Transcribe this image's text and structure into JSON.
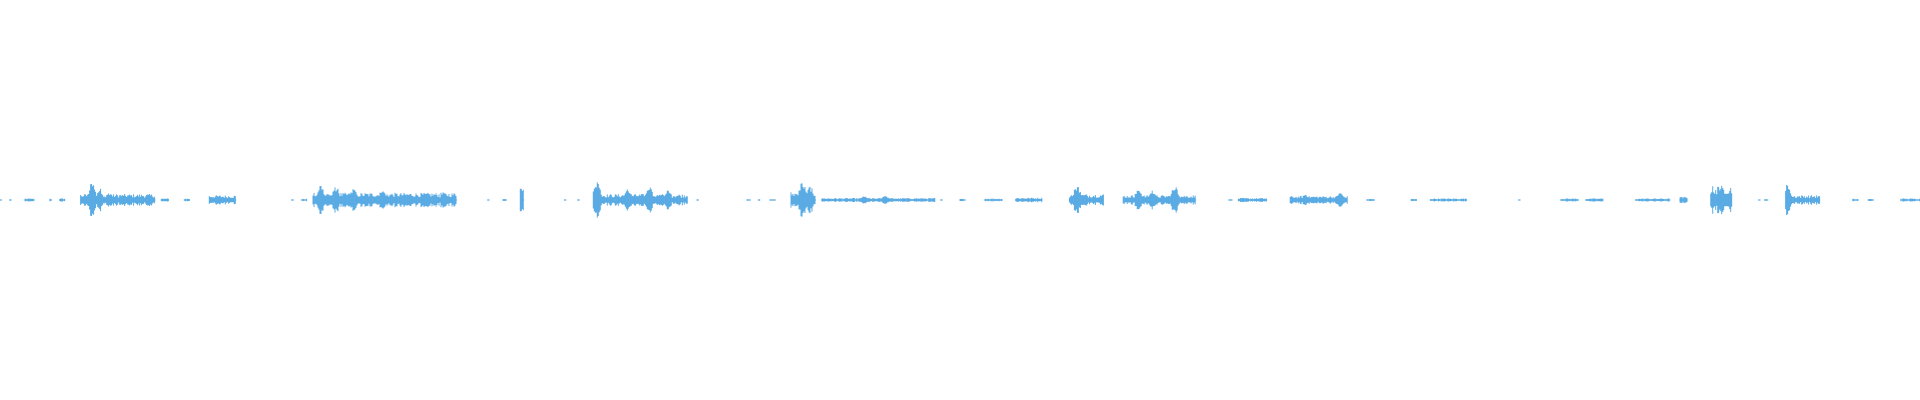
{
  "waveform": {
    "color": "#5aabe3",
    "baseline": 0.5,
    "segments": [
      {
        "start": 0.0,
        "end": 0.001,
        "amp": 0.002
      },
      {
        "start": 0.005,
        "end": 0.006,
        "amp": 0.002
      },
      {
        "start": 0.013,
        "end": 0.018,
        "amp": 0.004
      },
      {
        "start": 0.026,
        "end": 0.027,
        "amp": 0.004
      },
      {
        "start": 0.031,
        "end": 0.034,
        "amp": 0.004
      },
      {
        "start": 0.042,
        "end": 0.081,
        "amp": 0.015,
        "peaks": [
          {
            "pos": 0.048,
            "amp": 0.045
          },
          {
            "pos": 0.052,
            "amp": 0.03
          },
          {
            "pos": 0.057,
            "amp": 0.02
          },
          {
            "pos": 0.064,
            "amp": 0.012
          }
        ]
      },
      {
        "start": 0.084,
        "end": 0.088,
        "amp": 0.004
      },
      {
        "start": 0.096,
        "end": 0.099,
        "amp": 0.004
      },
      {
        "start": 0.109,
        "end": 0.123,
        "amp": 0.012
      },
      {
        "start": 0.152,
        "end": 0.153,
        "amp": 0.002
      },
      {
        "start": 0.157,
        "end": 0.16,
        "amp": 0.003
      },
      {
        "start": 0.163,
        "end": 0.238,
        "amp": 0.018,
        "peaks": [
          {
            "pos": 0.167,
            "amp": 0.04
          },
          {
            "pos": 0.175,
            "amp": 0.035
          },
          {
            "pos": 0.184,
            "amp": 0.03
          },
          {
            "pos": 0.199,
            "amp": 0.028
          },
          {
            "pos": 0.231,
            "amp": 0.02
          }
        ]
      },
      {
        "start": 0.254,
        "end": 0.255,
        "amp": 0.002
      },
      {
        "start": 0.262,
        "end": 0.264,
        "amp": 0.003
      },
      {
        "start": 0.271,
        "end": 0.273,
        "amp": 0.05
      },
      {
        "start": 0.294,
        "end": 0.295,
        "amp": 0.002
      },
      {
        "start": 0.301,
        "end": 0.302,
        "amp": 0.002
      },
      {
        "start": 0.309,
        "end": 0.358,
        "amp": 0.015,
        "peaks": [
          {
            "pos": 0.311,
            "amp": 0.05
          },
          {
            "pos": 0.327,
            "amp": 0.03
          },
          {
            "pos": 0.338,
            "amp": 0.038
          },
          {
            "pos": 0.348,
            "amp": 0.025
          }
        ]
      },
      {
        "start": 0.363,
        "end": 0.364,
        "amp": 0.002
      },
      {
        "start": 0.389,
        "end": 0.391,
        "amp": 0.002
      },
      {
        "start": 0.395,
        "end": 0.396,
        "amp": 0.002
      },
      {
        "start": 0.401,
        "end": 0.404,
        "amp": 0.002
      },
      {
        "start": 0.412,
        "end": 0.425,
        "amp": 0.02,
        "peaks": [
          {
            "pos": 0.418,
            "amp": 0.05
          },
          {
            "pos": 0.422,
            "amp": 0.035
          }
        ]
      },
      {
        "start": 0.428,
        "end": 0.487,
        "amp": 0.005,
        "peaks": [
          {
            "pos": 0.45,
            "amp": 0.01
          },
          {
            "pos": 0.461,
            "amp": 0.012
          }
        ]
      },
      {
        "start": 0.49,
        "end": 0.491,
        "amp": 0.002
      },
      {
        "start": 0.5,
        "end": 0.503,
        "amp": 0.003
      },
      {
        "start": 0.513,
        "end": 0.522,
        "amp": 0.004
      },
      {
        "start": 0.529,
        "end": 0.543,
        "amp": 0.006
      },
      {
        "start": 0.557,
        "end": 0.575,
        "amp": 0.015,
        "peaks": [
          {
            "pos": 0.561,
            "amp": 0.04
          }
        ]
      },
      {
        "start": 0.585,
        "end": 0.623,
        "amp": 0.012,
        "peaks": [
          {
            "pos": 0.593,
            "amp": 0.03
          },
          {
            "pos": 0.6,
            "amp": 0.025
          },
          {
            "pos": 0.612,
            "amp": 0.04
          }
        ]
      },
      {
        "start": 0.64,
        "end": 0.642,
        "amp": 0.002
      },
      {
        "start": 0.645,
        "end": 0.66,
        "amp": 0.005
      },
      {
        "start": 0.672,
        "end": 0.702,
        "amp": 0.01,
        "peaks": [
          {
            "pos": 0.68,
            "amp": 0.015
          },
          {
            "pos": 0.698,
            "amp": 0.02
          }
        ]
      },
      {
        "start": 0.712,
        "end": 0.716,
        "amp": 0.003
      },
      {
        "start": 0.735,
        "end": 0.738,
        "amp": 0.003
      },
      {
        "start": 0.745,
        "end": 0.764,
        "amp": 0.004
      },
      {
        "start": 0.791,
        "end": 0.792,
        "amp": 0.002
      },
      {
        "start": 0.813,
        "end": 0.822,
        "amp": 0.004
      },
      {
        "start": 0.826,
        "end": 0.835,
        "amp": 0.004
      },
      {
        "start": 0.852,
        "end": 0.87,
        "amp": 0.004
      },
      {
        "start": 0.875,
        "end": 0.879,
        "amp": 0.008
      },
      {
        "start": 0.891,
        "end": 0.902,
        "amp": 0.035,
        "peaks": [
          {
            "pos": 0.896,
            "amp": 0.04
          }
        ]
      },
      {
        "start": 0.916,
        "end": 0.917,
        "amp": 0.002
      },
      {
        "start": 0.919,
        "end": 0.921,
        "amp": 0.002
      },
      {
        "start": 0.93,
        "end": 0.948,
        "amp": 0.012,
        "peaks": [
          {
            "pos": 0.931,
            "amp": 0.04
          }
        ]
      },
      {
        "start": 0.965,
        "end": 0.968,
        "amp": 0.003
      },
      {
        "start": 0.973,
        "end": 0.976,
        "amp": 0.003
      },
      {
        "start": 0.99,
        "end": 1.0,
        "amp": 0.004
      }
    ]
  }
}
